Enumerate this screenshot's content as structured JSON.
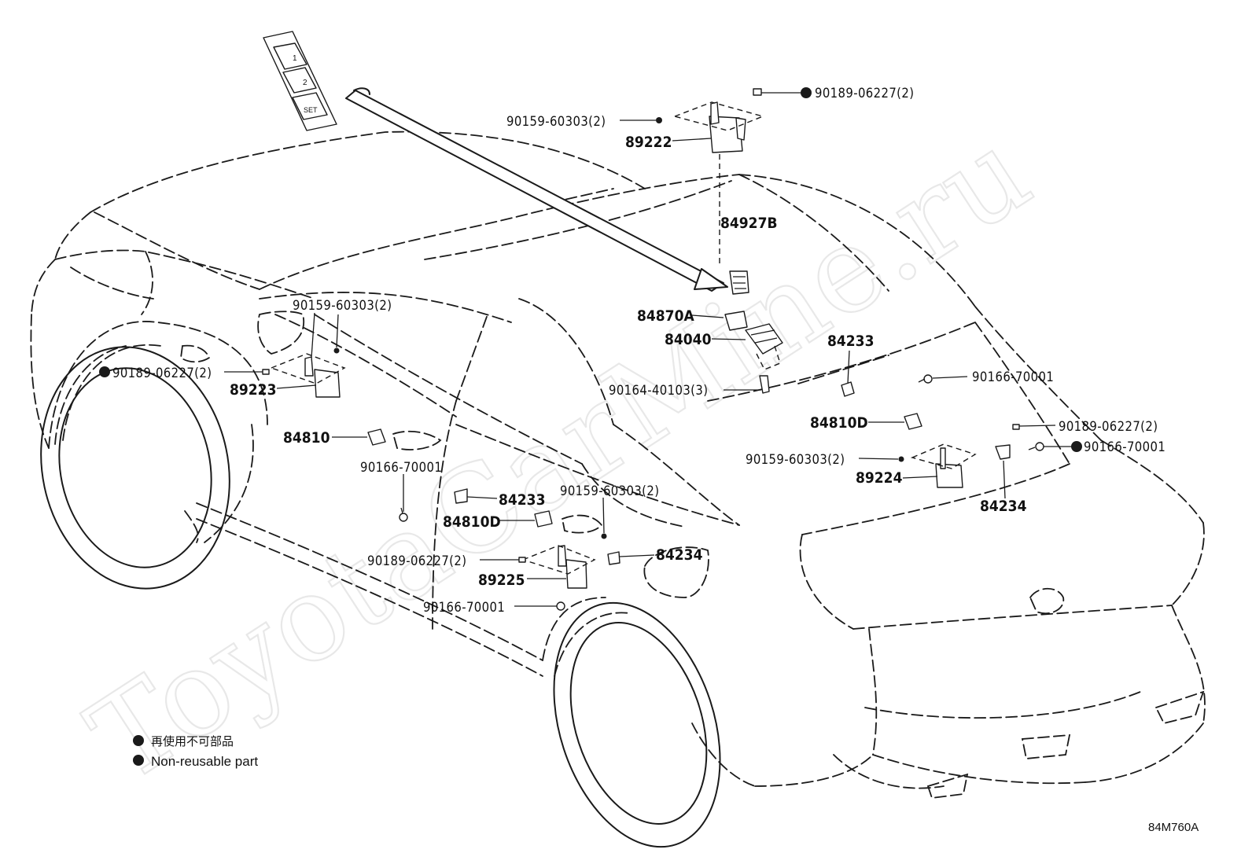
{
  "watermark": "ToyotaCarMine.ru",
  "illustration_code": "84M760A",
  "switch_panel": {
    "button1": "1",
    "button2": "2",
    "button3": "SET"
  },
  "legend": {
    "items": [
      {
        "text": "再使用不可部品"
      },
      {
        "text": "Non-reusable part"
      }
    ]
  },
  "labels": {
    "l_90189_top": "90189-06227(2)",
    "l_90159_top": "90159-60303(2)",
    "l_89222": "89222",
    "l_84927B": "84927B",
    "l_84870A": "84870A",
    "l_84040": "84040",
    "l_84233_right": "84233",
    "l_90164": "90164-40103(3)",
    "l_90166_r1": "90166-70001",
    "l_84810D_right": "84810D",
    "l_90189_right": "90189-06227(2)",
    "l_90159_right": "90159-60303(2)",
    "l_90166_r2": "90166-70001",
    "l_89224": "89224",
    "l_84234_right": "84234",
    "l_90159_left": "90159-60303(2)",
    "l_90189_left": "90189-06227(2)",
    "l_89223": "89223",
    "l_84810": "84810",
    "l_90166_mid": "90166-70001",
    "l_84233_mid": "84233",
    "l_90159_mid": "90159-60303(2)",
    "l_84810D_mid": "84810D",
    "l_84234_mid": "84234",
    "l_90189_mid": "90189-06227(2)",
    "l_89225": "89225",
    "l_90166_bottom": "90166-70001"
  }
}
